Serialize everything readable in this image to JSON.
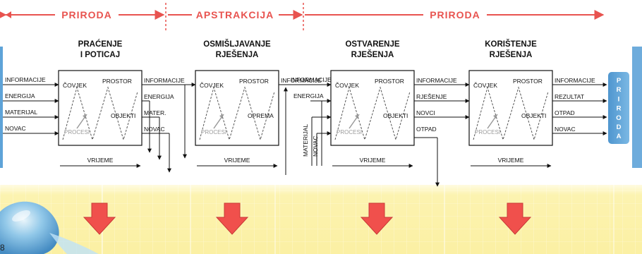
{
  "phases": [
    {
      "label": "PRIRODA"
    },
    {
      "label": "APSTRAKCIJA"
    },
    {
      "label": "PRIRODA"
    }
  ],
  "stages": [
    {
      "title": [
        "PRAĆENJE",
        "I POTICAJ"
      ],
      "inputs": [
        "INFORMACIJE",
        "ENERGIJA",
        "MATERIJAL",
        "NOVAC"
      ],
      "outputs": [
        "INFORMACIJE",
        "ENERGIJA",
        "MATER.",
        "NOVAC"
      ],
      "inner": {
        "person": "ČOVJEK",
        "space": "PROSTOR",
        "objects": "OBJEKTI",
        "process": "PROCESI"
      },
      "time": "VRIJEME"
    },
    {
      "title": [
        "OSMIŠLJAVANJE",
        "RJEŠENJA"
      ],
      "inputs": [],
      "outputs": [
        "INFORMACIJE"
      ],
      "inner": {
        "person": "ČOVJEK",
        "space": "PROSTOR",
        "objects": "OPREMA",
        "process": "PROCESI"
      },
      "time": "VRIJEME"
    },
    {
      "title": [
        "OSTVARENJE",
        "RJEŠENJA"
      ],
      "inputs": [
        "INFORMACIJE",
        "ENERGIJA",
        "MATERIJAL",
        "NOVAC"
      ],
      "outputs": [
        "INFORMACIJE",
        "RJEŠENJE",
        "NOVCI",
        "OTPAD"
      ],
      "inner": {
        "person": "ČOVJEK",
        "space": "PROSTOR",
        "objects": "OBJEKTI",
        "process": "PROCESI"
      },
      "time": "VRIJEME"
    },
    {
      "title": [
        "KORIŠTENJE",
        "RJEŠENJA"
      ],
      "inputs": [],
      "outputs": [
        "INFORMACIJE",
        "REZULTAT",
        "OTPAD",
        "NOVAC"
      ],
      "inner": {
        "person": "ČOVJEK",
        "space": "PROSTOR",
        "objects": "OBJEKTI",
        "process": "PROCESI"
      },
      "time": "VRIJEME"
    }
  ],
  "side_label": "PRIRODA",
  "page_number": "8",
  "colors": {
    "phase_red": "#e8534f",
    "arrow_red": "#f0504c",
    "side_blue": "#5ea3d8",
    "band_yellow": "#fcf3b0",
    "process_gray": "#9a9a9a"
  }
}
